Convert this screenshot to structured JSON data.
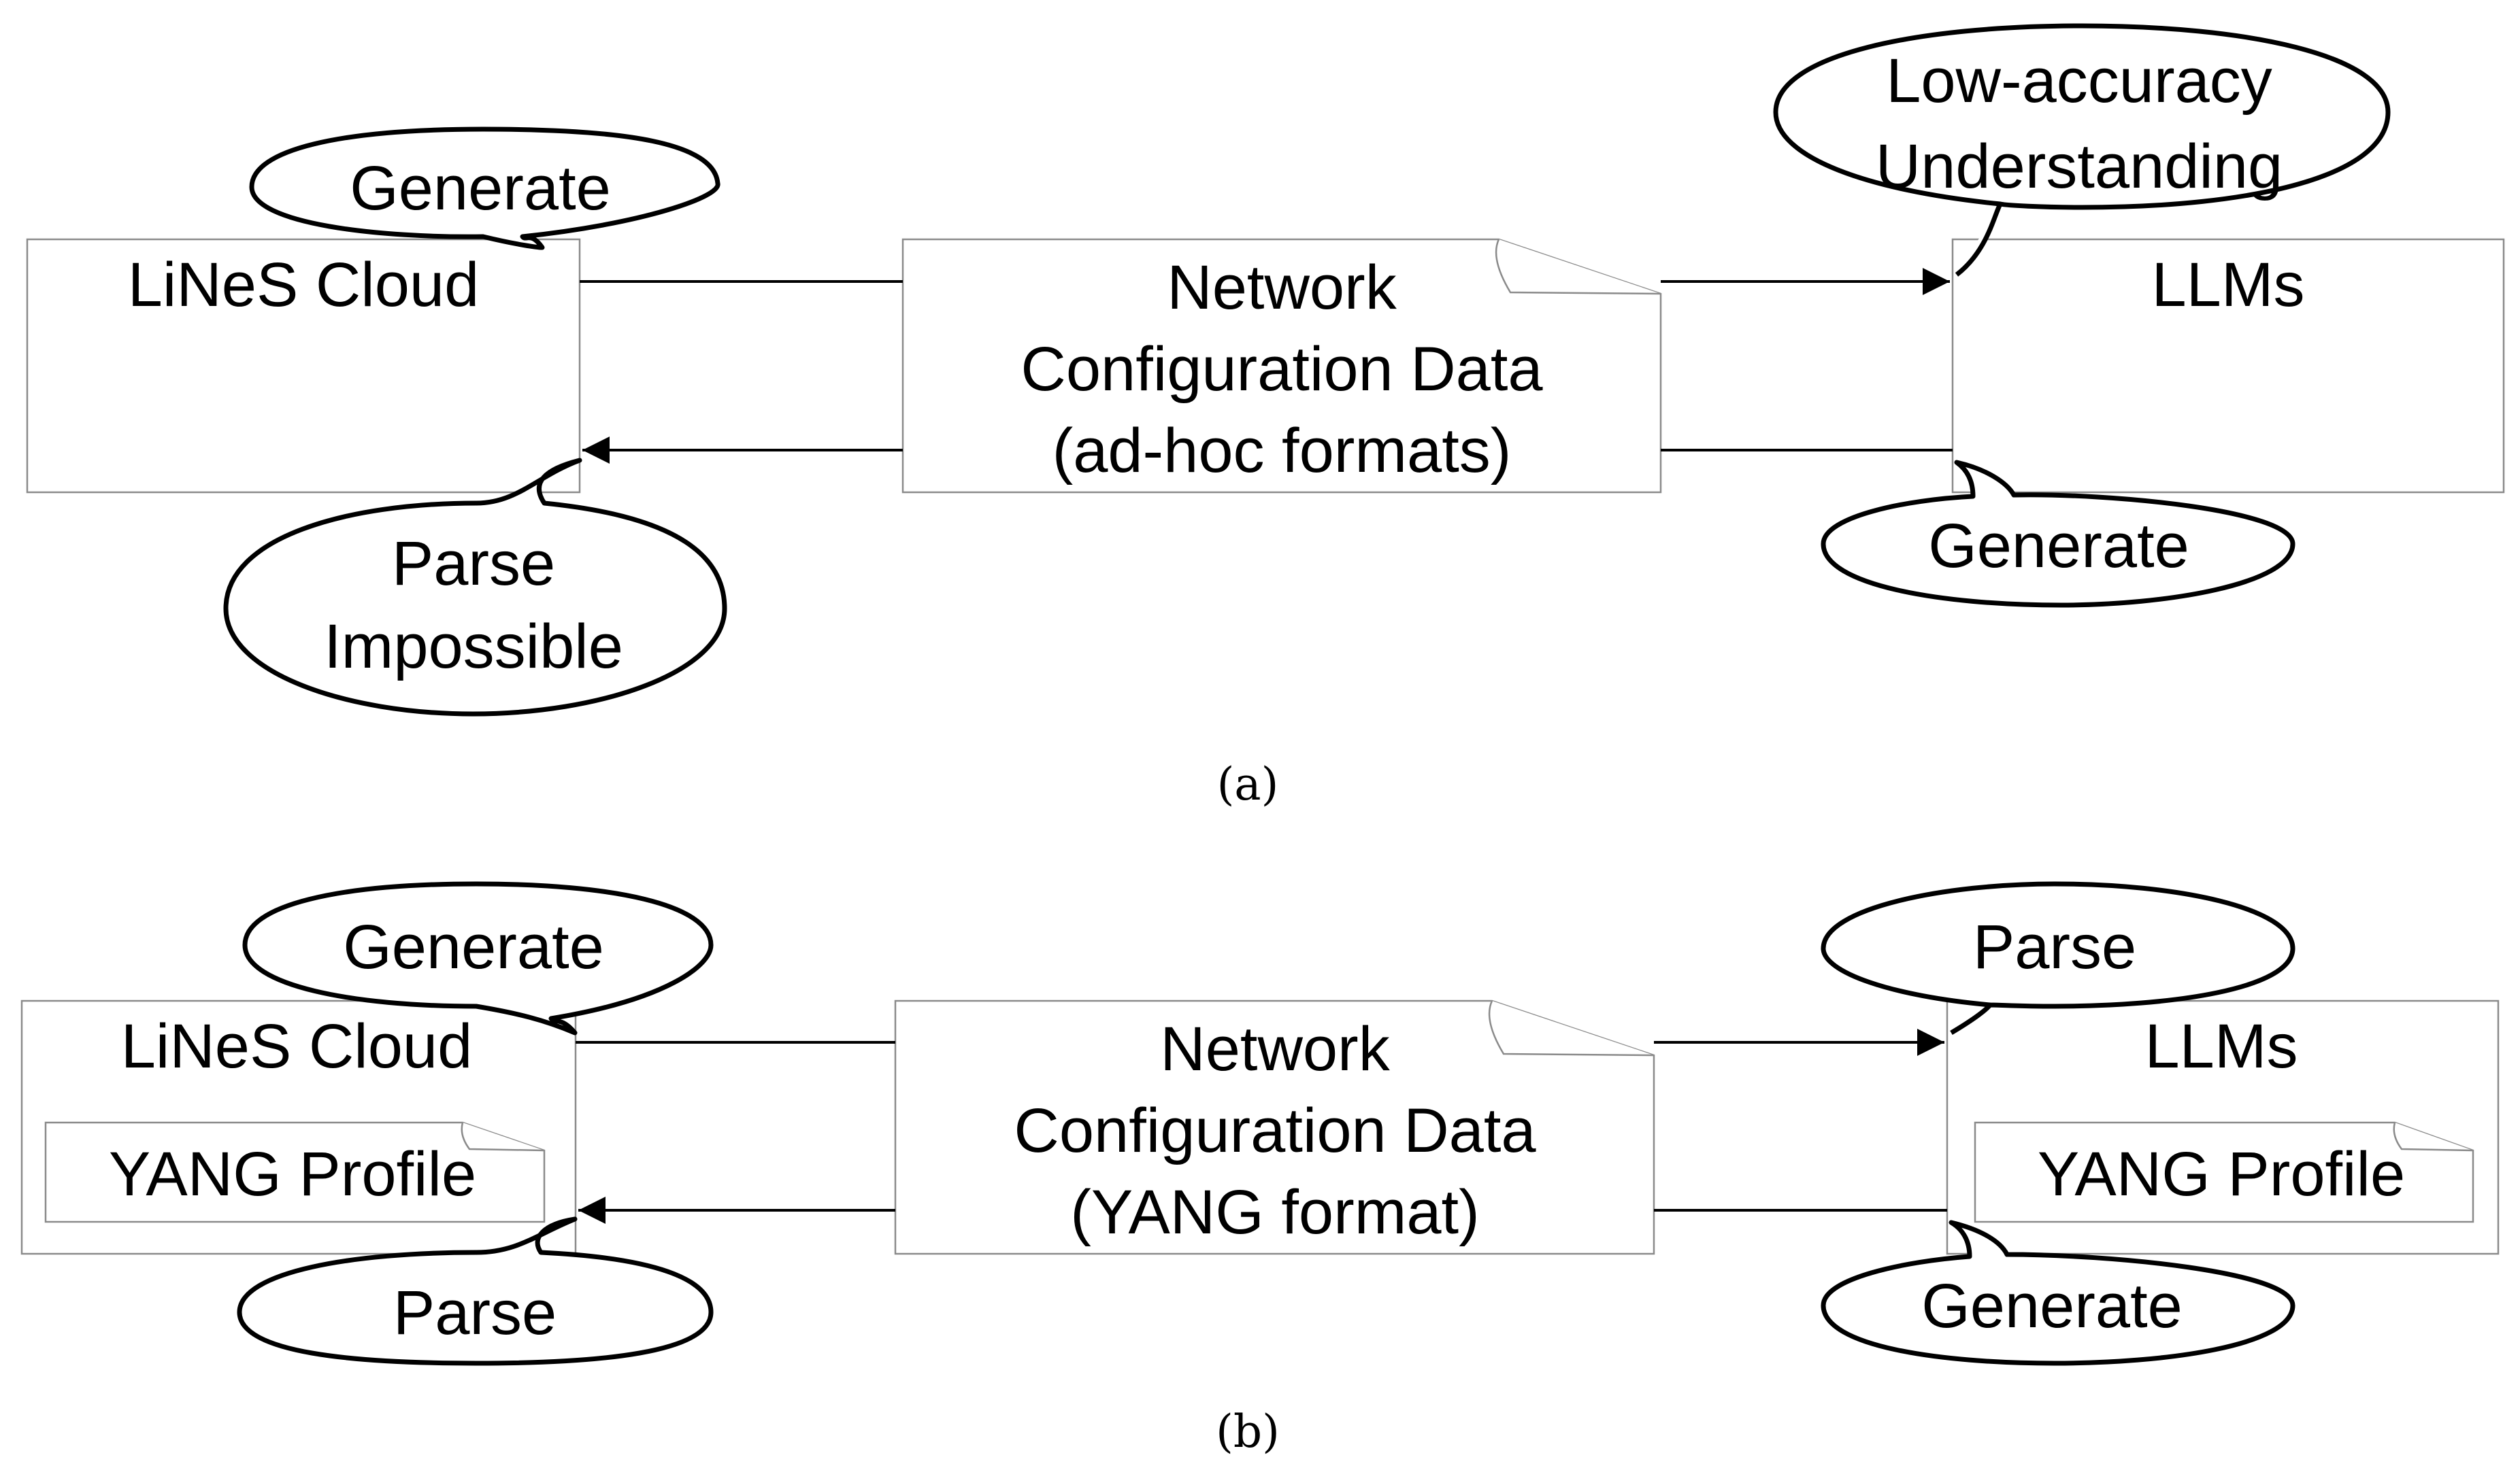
{
  "panel_a": {
    "caption": "(a)",
    "left_box_label": "LiNeS Cloud",
    "right_box_label": "LLMs",
    "center_doc_lines": [
      "Network",
      "Configuration Data",
      "(ad-hoc formats)"
    ],
    "bubble_left_top": [
      "Generate"
    ],
    "bubble_left_bottom": [
      "Parse",
      "Impossible"
    ],
    "bubble_right_top": [
      "Low-accuracy",
      "Understanding"
    ],
    "bubble_right_bottom": [
      "Generate"
    ]
  },
  "panel_b": {
    "caption": "(b)",
    "left_box_label": "LiNeS Cloud",
    "right_box_label": "LLMs",
    "left_profile_label": "YANG Profile",
    "right_profile_label": "YANG Profile",
    "center_doc_lines": [
      "Network",
      "Configuration Data",
      "(YANG format)"
    ],
    "bubble_left_top": [
      "Generate"
    ],
    "bubble_left_bottom": [
      "Parse"
    ],
    "bubble_right_top": [
      "Parse"
    ],
    "bubble_right_bottom": [
      "Generate"
    ]
  }
}
